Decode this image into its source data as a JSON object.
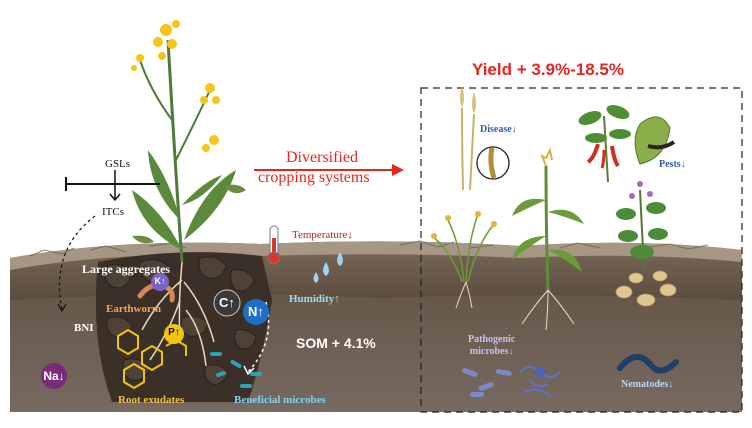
{
  "headline": {
    "yield": "Yield + 3.9%-18.5%"
  },
  "arrow_label": {
    "line1": "Diversified",
    "line2": "cropping systems"
  },
  "pathway": {
    "gsls": "GSLs",
    "itcs": "ITCs",
    "bni": "BNI"
  },
  "soil_labels": {
    "large_aggregates": "Large aggregates",
    "earthworm": "Earthworm",
    "root_exudates": "Root exudates",
    "beneficial_microbes": "Beneficial microbes",
    "temperature": "Temperature↓",
    "humidity": "Humidity↑",
    "som": "SOM + 4.1%"
  },
  "nutrients": {
    "k": "K↑",
    "p": "P↑",
    "c": "C↑",
    "n": "N↑",
    "na": "Na↓"
  },
  "outcomes": {
    "disease": "Disease↓",
    "pests": "Pests↓",
    "pathogenic_line1": "Pathogenic",
    "pathogenic_line2": "microbes↓",
    "nematodes": "Nematodes↓"
  },
  "colors": {
    "accent_red": "#e3261f",
    "soil_dark": "#4a3f34",
    "soil_mid": "#6b5b4a",
    "soil_light": "#8b7b6a",
    "k_badge": "#7a63c9",
    "p_badge": "#f2c40c",
    "c_badge": "#3a3a3a",
    "n_badge": "#1f6fc4",
    "na_badge": "#7a2a7a"
  }
}
